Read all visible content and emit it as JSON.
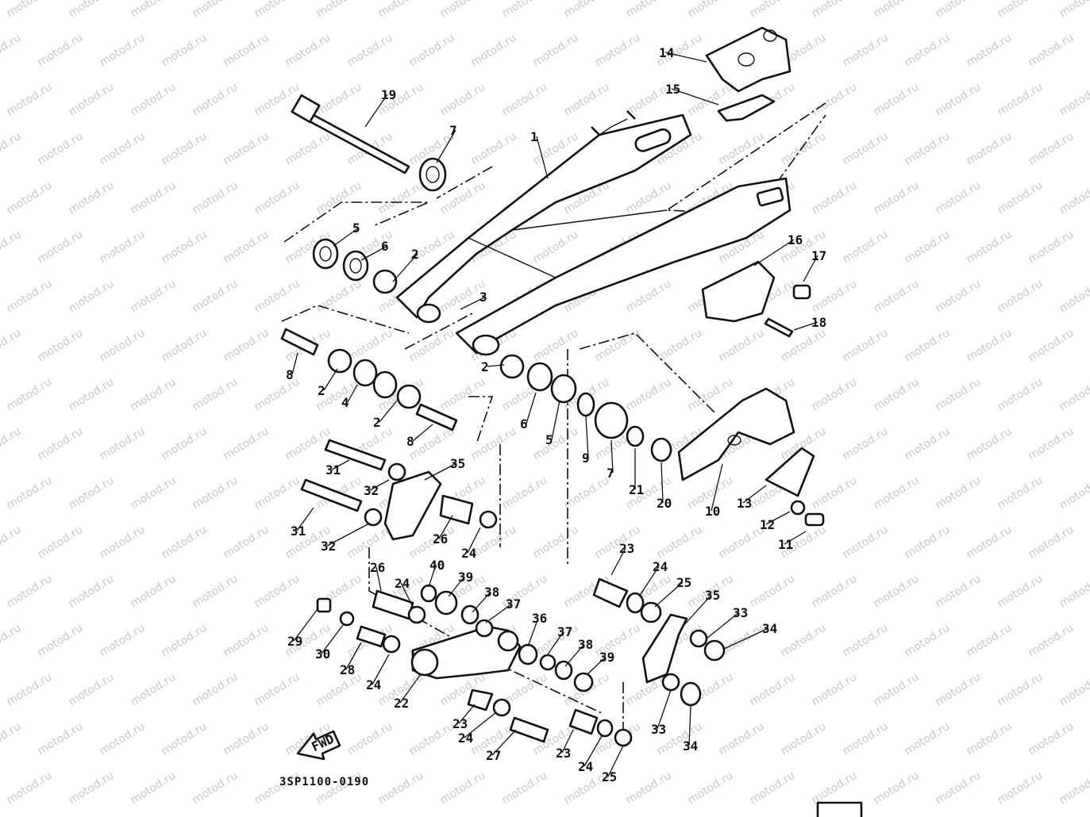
{
  "watermark": {
    "text": "motod.ru"
  },
  "diagram": {
    "code": "3SP1100-0190",
    "fwd_label": "FWD",
    "callouts": [
      {
        "id": "c1",
        "text": "1"
      },
      {
        "id": "c14",
        "text": "14"
      },
      {
        "id": "c15",
        "text": "15"
      },
      {
        "id": "c19",
        "text": "19"
      },
      {
        "id": "c7a",
        "text": "7"
      },
      {
        "id": "c5a",
        "text": "5"
      },
      {
        "id": "c6a",
        "text": "6"
      },
      {
        "id": "c2a",
        "text": "2"
      },
      {
        "id": "c3",
        "text": "3"
      },
      {
        "id": "c16",
        "text": "16"
      },
      {
        "id": "c17",
        "text": "17"
      },
      {
        "id": "c18",
        "text": "18"
      },
      {
        "id": "c8a",
        "text": "8"
      },
      {
        "id": "c2b",
        "text": "2"
      },
      {
        "id": "c4",
        "text": "4"
      },
      {
        "id": "c2c",
        "text": "2"
      },
      {
        "id": "c8b",
        "text": "8"
      },
      {
        "id": "c2d",
        "text": "2"
      },
      {
        "id": "c6b",
        "text": "6"
      },
      {
        "id": "c5b",
        "text": "5"
      },
      {
        "id": "c9",
        "text": "9"
      },
      {
        "id": "c7b",
        "text": "7"
      },
      {
        "id": "c21",
        "text": "21"
      },
      {
        "id": "c20",
        "text": "20"
      },
      {
        "id": "c10",
        "text": "10"
      },
      {
        "id": "c13",
        "text": "13"
      },
      {
        "id": "c12",
        "text": "12"
      },
      {
        "id": "c11",
        "text": "11"
      },
      {
        "id": "c31a",
        "text": "31"
      },
      {
        "id": "c32a",
        "text": "32"
      },
      {
        "id": "c35a",
        "text": "35"
      },
      {
        "id": "c31b",
        "text": "31"
      },
      {
        "id": "c32b",
        "text": "32"
      },
      {
        "id": "c26a",
        "text": "26"
      },
      {
        "id": "c24a",
        "text": "24"
      },
      {
        "id": "c23a",
        "text": "23"
      },
      {
        "id": "c24b",
        "text": "24"
      },
      {
        "id": "c25a",
        "text": "25"
      },
      {
        "id": "c35b",
        "text": "35"
      },
      {
        "id": "c33a",
        "text": "33"
      },
      {
        "id": "c34a",
        "text": "34"
      },
      {
        "id": "c26b",
        "text": "26"
      },
      {
        "id": "c40",
        "text": "40"
      },
      {
        "id": "c39a",
        "text": "39"
      },
      {
        "id": "c24c",
        "text": "24"
      },
      {
        "id": "c38a",
        "text": "38"
      },
      {
        "id": "c37a",
        "text": "37"
      },
      {
        "id": "c36",
        "text": "36"
      },
      {
        "id": "c37b",
        "text": "37"
      },
      {
        "id": "c38b",
        "text": "38"
      },
      {
        "id": "c39b",
        "text": "39"
      },
      {
        "id": "c29",
        "text": "29"
      },
      {
        "id": "c30",
        "text": "30"
      },
      {
        "id": "c28",
        "text": "28"
      },
      {
        "id": "c24d",
        "text": "24"
      },
      {
        "id": "c22",
        "text": "22"
      },
      {
        "id": "c23b",
        "text": "23"
      },
      {
        "id": "c24e",
        "text": "24"
      },
      {
        "id": "c27",
        "text": "27"
      },
      {
        "id": "c23c",
        "text": "23"
      },
      {
        "id": "c24f",
        "text": "24"
      },
      {
        "id": "c25b",
        "text": "25"
      },
      {
        "id": "c33b",
        "text": "33"
      },
      {
        "id": "c34b",
        "text": "34"
      }
    ]
  }
}
